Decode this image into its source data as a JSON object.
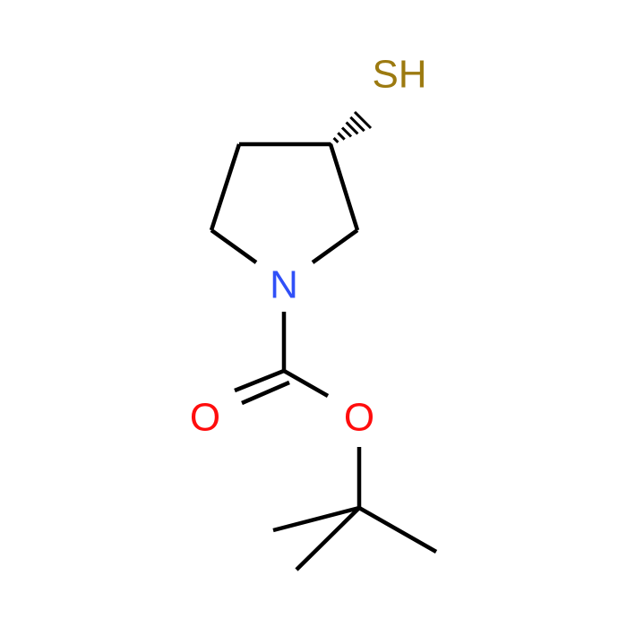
{
  "molecule": {
    "atoms": {
      "sulfur": {
        "text": "SH",
        "color": "#9C7A10"
      },
      "nitrogen": {
        "text": "N",
        "color": "#3050F8"
      },
      "carbonyl_oxygen": {
        "text": "O",
        "color": "#FF0D0D"
      },
      "ester_oxygen": {
        "text": "O",
        "color": "#FF0D0D"
      }
    },
    "bond_color": "#000000"
  }
}
